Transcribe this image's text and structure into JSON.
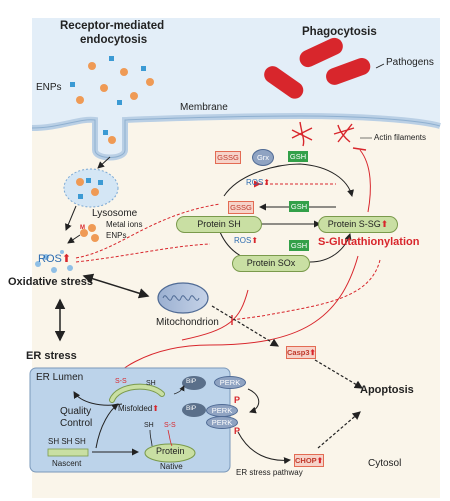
{
  "labels": {
    "receptor_mediated": "Receptor-mediated",
    "endocytosis": "endocytosis",
    "phagocytosis": "Phagocytosis",
    "enps": "ENPs",
    "pathogens": "Pathogens",
    "membrane": "Membrane",
    "actin_filaments": "Actin filaments",
    "lysosome": "Lysosome",
    "metal_ions": "Metal ions",
    "enps_small": "ENPs",
    "ros_main": "ROS",
    "oxidative_stress": "Oxidative stress",
    "er_stress": "ER stress",
    "mitochondrion": "Mitochondrion",
    "gssg_top": "GSSG",
    "grx": "Grx",
    "gsh_top": "GSH",
    "ros_1": "ROS",
    "ros_2": "ROS",
    "gssg_mid": "GSSG",
    "gsh_mid": "GSH",
    "gsh_low": "GSH",
    "protein_sh": "Protein SH",
    "protein_ssg": "Protein S-SG",
    "protein_sox": "Protein SOx",
    "s_glutathionylation": "S-Glutathionylation",
    "casp3": "Casp3",
    "apoptosis": "Apoptosis",
    "er_lumen": "ER Lumen",
    "quality": "Quality",
    "control": "Control",
    "misfolded": "Misfolded",
    "bip_1": "BiP",
    "bip_2": "BiP",
    "perk_1": "PERK",
    "perk_2": "PERK",
    "perk_3": "PERK",
    "p_1": "P",
    "p_2": "P",
    "chop": "CHOP",
    "sh_nascent": "SH  SH  SH",
    "nascent": "Nascent",
    "protein_native": "Protein",
    "native": "Native",
    "sh_native": "SH",
    "ss_native": "S-S",
    "ss_misfold": "S-S",
    "sh_misfold": "SH",
    "er_stress_pathway": "ER stress pathway",
    "cytosol": "Cytosol",
    "metal_m": "M"
  },
  "colors": {
    "extracellular": "#e3eef8",
    "cytosol": "#faf5ea",
    "membrane": "#b9cfe5",
    "red": "#d8262c",
    "pathogen": "#d8262c",
    "er_lumen": "#bcd3ea",
    "enp_orange": "#ef9a55",
    "enp_blue": "#3b9ad4"
  }
}
